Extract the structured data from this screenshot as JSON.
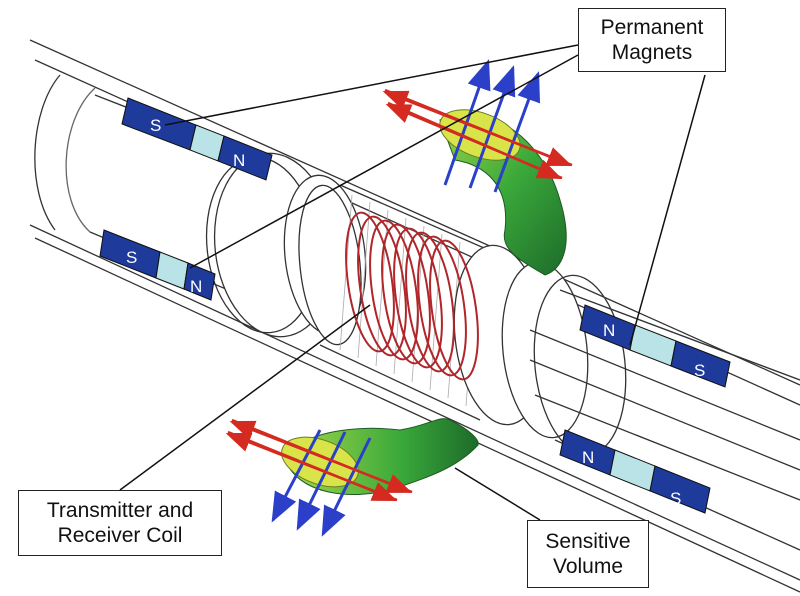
{
  "callouts": {
    "permanent_magnets": [
      "Permanent",
      "Magnets"
    ],
    "coil": [
      "Transmitter and",
      "Receiver Coil"
    ],
    "sensitive_volume": [
      "Sensitive",
      "Volume"
    ]
  },
  "magnets": {
    "upper_left": {
      "left": "S",
      "right": "N"
    },
    "lower_left": {
      "left": "S",
      "right": "N"
    },
    "upper_right": {
      "left": "N",
      "right": "S"
    },
    "lower_right": {
      "left": "N",
      "right": "S"
    }
  },
  "colors": {
    "magnet_dark": "#1e3a9a",
    "magnet_light": "#b9e3e6",
    "coil": "#b0262a",
    "field_red": "#d42a20",
    "field_blue": "#2b3fc9",
    "volume_green": "#3aa83a",
    "volume_yellow": "#d8e44a"
  }
}
